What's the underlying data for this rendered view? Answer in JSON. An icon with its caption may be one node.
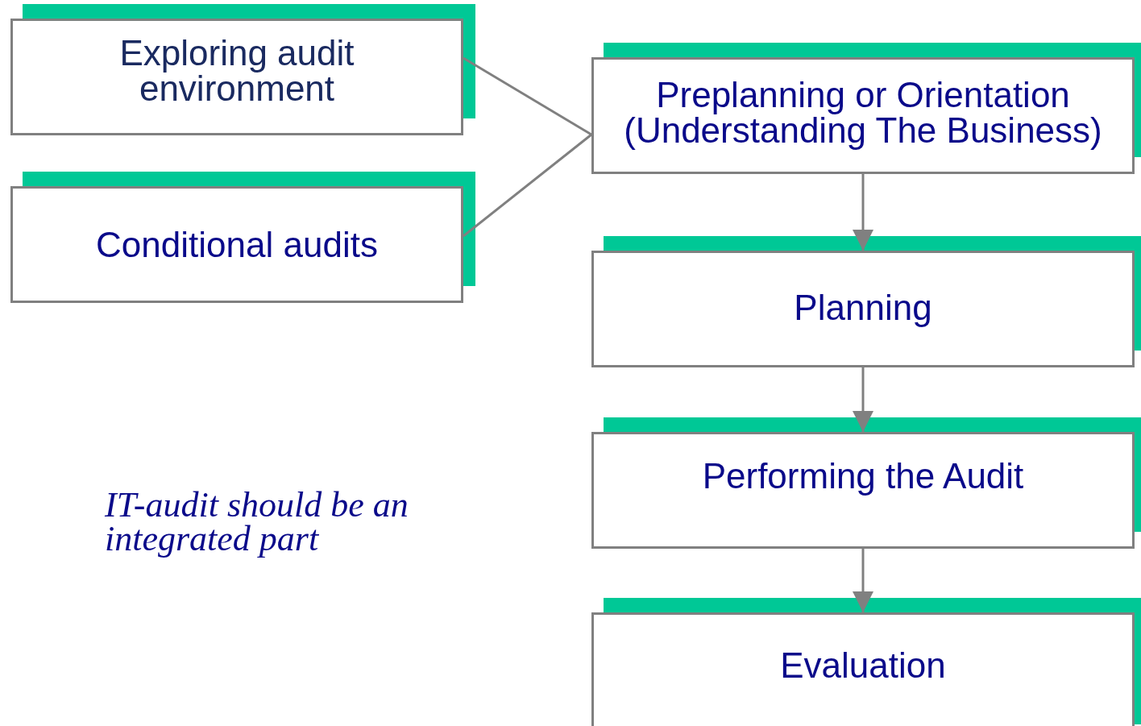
{
  "diagram": {
    "nodes": [
      {
        "text": [
          "Exploring audit environment"
        ]
      },
      {
        "text": [
          "Conditional audits"
        ]
      },
      {
        "text": [
          "Preplanning or  Orientation (Understanding The Business)"
        ]
      },
      {
        "text": [
          "Planning"
        ]
      },
      {
        "text": [
          "Performing the Audit"
        ]
      },
      {
        "text": [
          "Evaluation"
        ]
      }
    ],
    "edges": [
      {
        "from": 0,
        "to": 2,
        "arrow": "none"
      },
      {
        "from": 1,
        "to": 2,
        "arrow": "none"
      },
      {
        "from": 2,
        "to": 3,
        "arrow": "to"
      },
      {
        "from": 3,
        "to": 4,
        "arrow": "to"
      },
      {
        "from": 4,
        "to": 5,
        "arrow": "to"
      }
    ],
    "labels": [
      "IT-audit should be an integrated part"
    ]
  }
}
